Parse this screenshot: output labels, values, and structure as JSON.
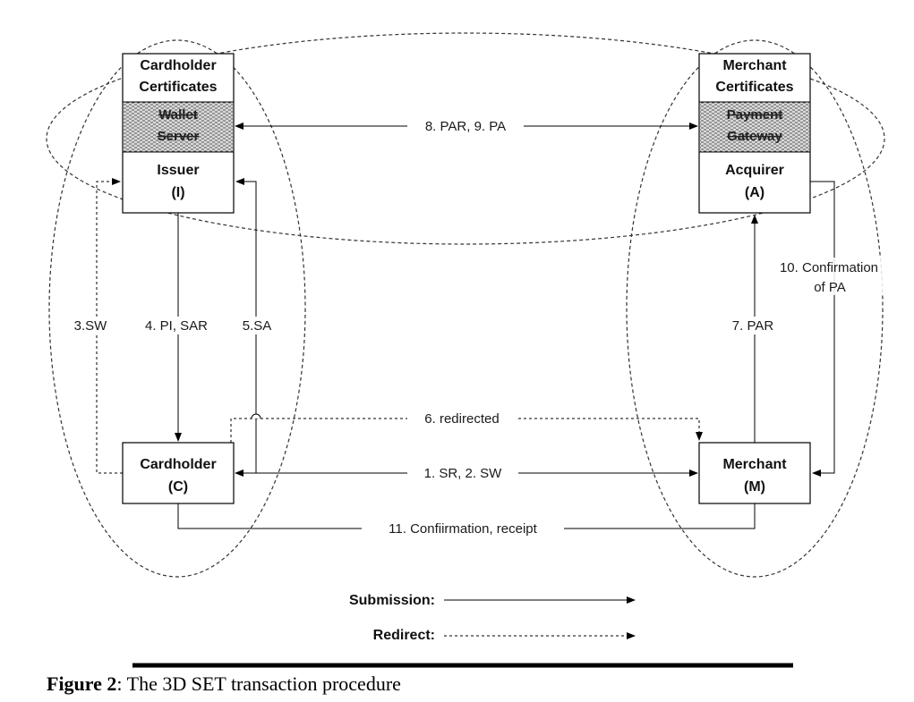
{
  "nodes": {
    "cardholder_certificates": [
      "Cardholder",
      "Certificates"
    ],
    "wallet_server": [
      "Wallet",
      "Server"
    ],
    "issuer": [
      "Issuer",
      "(I)"
    ],
    "merchant_certificates": [
      "Merchant",
      "Certificates"
    ],
    "payment_gateway": [
      "Payment",
      "Gateway"
    ],
    "acquirer": [
      "Acquirer",
      "(A)"
    ],
    "cardholder": [
      "Cardholder",
      "(C)"
    ],
    "merchant": [
      "Merchant",
      "(M)"
    ]
  },
  "edges": {
    "par_pa": "8. PAR, 9. PA",
    "sw": "3.SW",
    "pi_sar": "4. PI, SAR",
    "sa": "5.SA",
    "confirmation_pa": [
      "10. Confirmation",
      "of PA"
    ],
    "par": "7. PAR",
    "redirected": "6. redirected",
    "sr_sw": "1. SR, 2. SW",
    "confirmation_receipt": "11. Confiirmation, receipt"
  },
  "legend": {
    "submission": "Submission:",
    "redirect": "Redirect:"
  },
  "caption": {
    "label": "Figure 2",
    "text": ": The 3D SET transaction procedure"
  }
}
